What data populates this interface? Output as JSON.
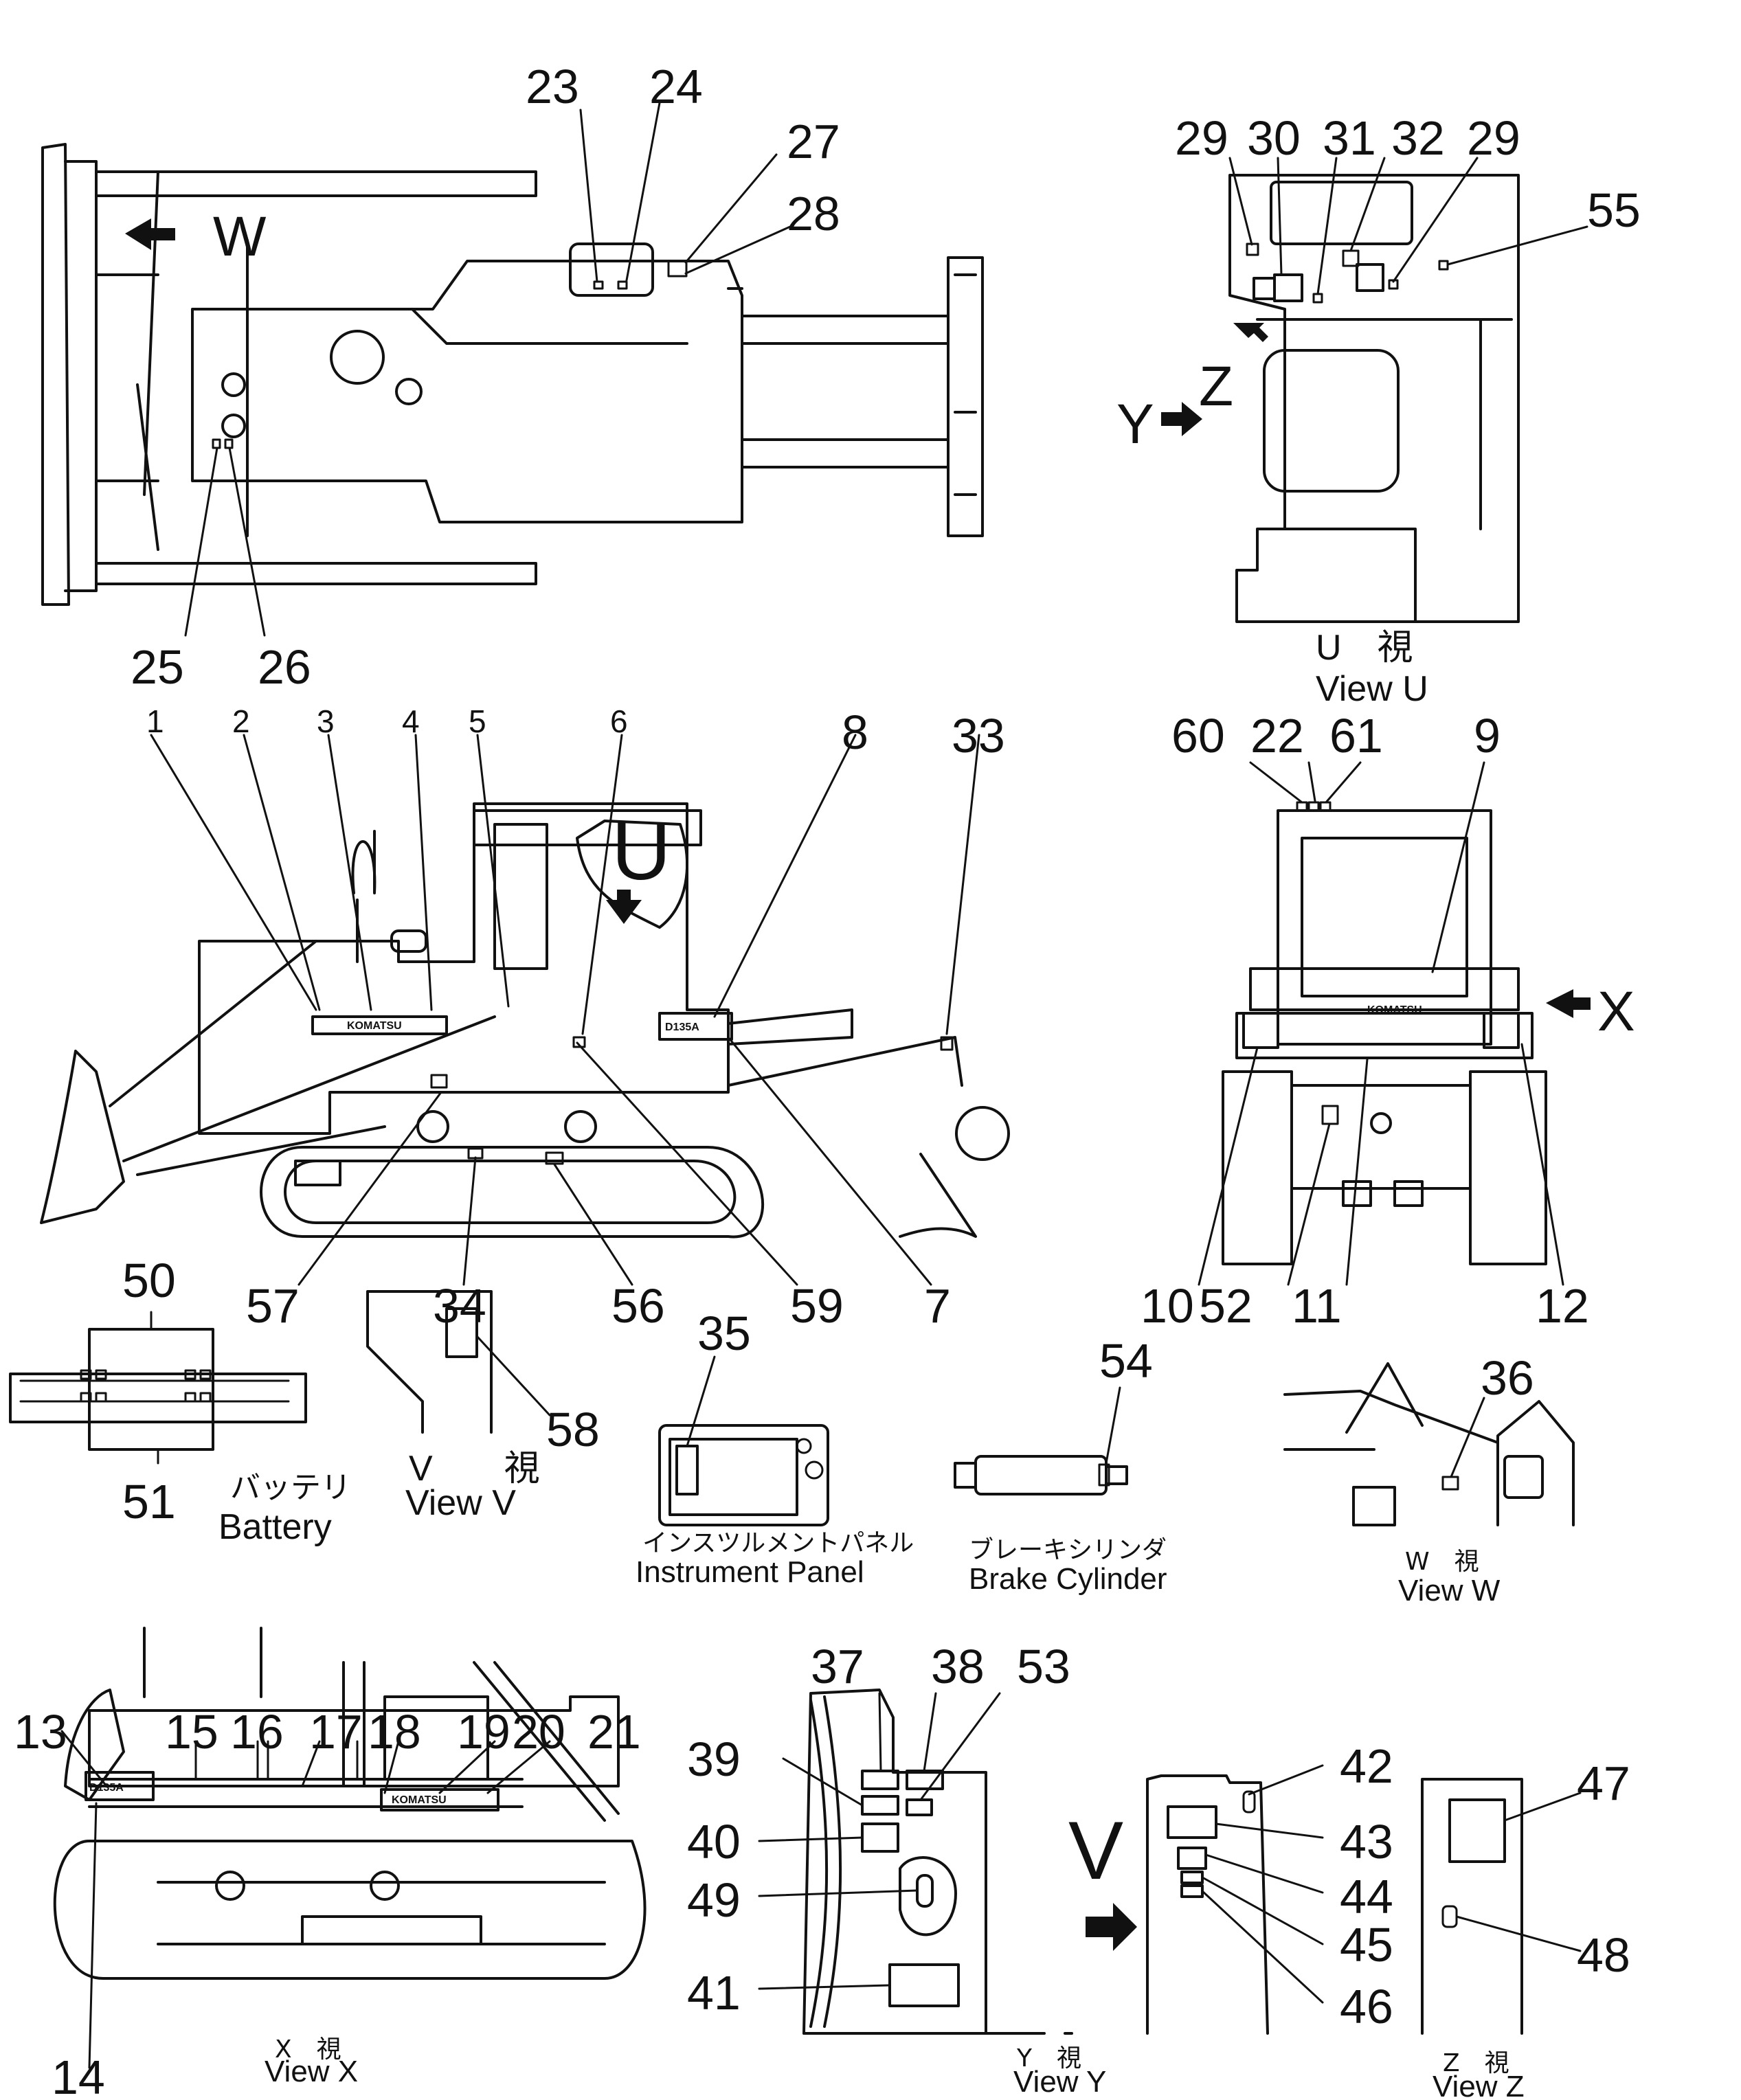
{
  "views": {
    "top": {
      "callouts": [
        "23",
        "24",
        "27",
        "28",
        "25",
        "26"
      ],
      "view_marker": "W"
    },
    "u": {
      "callouts": [
        "29",
        "30",
        "31",
        "32",
        "29",
        "55"
      ],
      "markers": [
        "Y",
        "Z"
      ],
      "caption_jp": "U　視",
      "caption_en": "View  U"
    },
    "side": {
      "callouts": [
        "1",
        "2",
        "3",
        "4",
        "5",
        "6",
        "8",
        "33",
        "57",
        "34",
        "56",
        "59",
        "7"
      ],
      "view_marker": "U",
      "brand": "KOMATSU",
      "model": "D135A"
    },
    "rear": {
      "callouts": [
        "60",
        "22",
        "61",
        "9",
        "10",
        "52",
        "11",
        "12"
      ],
      "view_marker": "X",
      "brand": "KOMATSU"
    },
    "battery": {
      "callouts": [
        "50",
        "51"
      ],
      "caption_jp": "バッテリ",
      "caption_en": "Battery"
    },
    "v": {
      "callouts": [
        "58"
      ],
      "caption_jp": "V　　視",
      "caption_en": "View  V"
    },
    "instrument": {
      "callouts": [
        "35"
      ],
      "caption_jp": "インスツルメントパネル",
      "caption_en": "Instrument  Panel"
    },
    "brake": {
      "callouts": [
        "54"
      ],
      "caption_jp": "ブレーキシリンダ",
      "caption_en": "Brake  Cylinder"
    },
    "w": {
      "callouts": [
        "36"
      ],
      "caption_jp": "W　視",
      "caption_en": "View  W"
    },
    "x": {
      "callouts": [
        "13",
        "15",
        "16",
        "17",
        "18",
        "19",
        "20",
        "21",
        "14"
      ],
      "brand": "KOMATSU",
      "model": "D135A",
      "caption_jp": "X　視",
      "caption_en": "View  X"
    },
    "y": {
      "callouts": [
        "37",
        "38",
        "53",
        "39",
        "40",
        "49",
        "41"
      ],
      "caption_jp": "Y　視",
      "caption_en": "View  Y"
    },
    "vz": {
      "callouts": [
        "42",
        "43",
        "44",
        "45",
        "46"
      ],
      "view_marker": "V"
    },
    "z": {
      "callouts": [
        "47",
        "48"
      ],
      "caption_jp": "Z　視",
      "caption_en": "View  Z"
    }
  }
}
